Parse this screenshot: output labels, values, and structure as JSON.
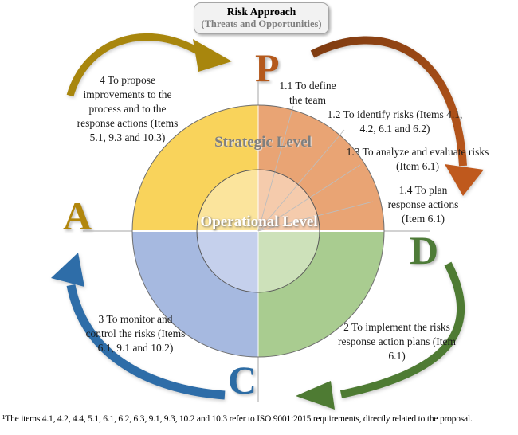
{
  "title": {
    "line1": "Risk Approach",
    "line2": "(Threats and Opportunities)"
  },
  "cycle": {
    "letters": {
      "plan": "P",
      "do": "D",
      "check": "C",
      "act": "A"
    },
    "levels": {
      "strategic": "Strategic Level",
      "operational": "Operational Level"
    }
  },
  "steps": {
    "step1_1": "1.1 To define the team",
    "step1_2": "1.2 To identify risks (Items 4.1, 4.2, 6.1 and 6.2)",
    "step1_3": "1.3 To analyze and evaluate risks (Item 6.1)",
    "step1_4": "1.4 To plan response actions (Item 6.1)",
    "step2": "2 To implement the risks response action plans (Item 6.1)",
    "step3": "3 To monitor and control the risks (Items 6.1, 9.1 and 10.2)",
    "step4": "4 To propose improvements to the process and to the response actions (Items 5.1, 9.3 and 10.3)"
  },
  "footnote": "¹The items 4.1, 4.2, 4.4, 5.1, 6.1, 6.2, 6.3, 9.1, 9.3, 10.2 and 10.3 refer to ISO 9001:2015 requirements, directly related to the proposal.",
  "colors": {
    "quadrant_plan_outer": "#E9A474",
    "quadrant_plan_inner": "#F5CBAC",
    "quadrant_do_outer": "#A9CC90",
    "quadrant_do_inner": "#CDE1BA",
    "quadrant_check_outer": "#A6B9E0",
    "quadrant_check_inner": "#C5D0EC",
    "quadrant_act_outer": "#F9D35B",
    "quadrant_act_inner": "#FBE49C",
    "arrow_plan": "#B05518",
    "arrow_do": "#4E7B33",
    "arrow_check": "#2E6DA8",
    "arrow_act": "#A8860D",
    "letter_plan": "#B4591C",
    "letter_do": "#4E7B38",
    "letter_check": "#2D6CA4",
    "letter_act": "#B1860C"
  }
}
